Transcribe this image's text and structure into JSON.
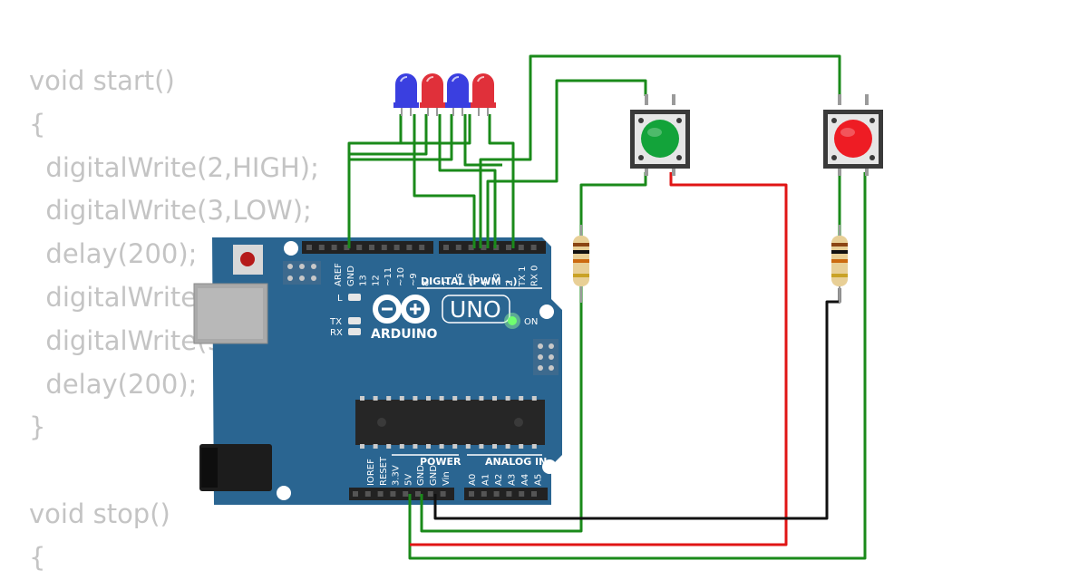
{
  "code_lines": [
    "void start()",
    "{",
    "  digitalWrite(2,HIGH);",
    "  digitalWrite(3,LOW);",
    "  delay(200);",
    "  digitalWrite(2,LOW);",
    "  digitalWrite(3,HIGH);",
    "  delay(200);",
    "}",
    "",
    "void stop()",
    "{"
  ],
  "board": {
    "model": "UNO",
    "brand": "ARDUINO",
    "digital_header_label": "DIGITAL (PWM ~)",
    "power_label": "POWER",
    "analog_label": "ANALOG IN",
    "on_label": "ON",
    "led_labels": [
      "L",
      "TX",
      "RX"
    ],
    "digital_pins_left": [
      "AREF",
      "GND",
      "13",
      "12",
      "~11",
      "~10",
      "~9",
      "8"
    ],
    "digital_pins_right": [
      "7",
      "~6",
      "~5",
      "4",
      "~3",
      "2",
      "TX 1",
      "RX 0"
    ],
    "power_pins": [
      "IOREF",
      "RESET",
      "3.3V",
      "5V",
      "GND",
      "GND",
      "Vin"
    ],
    "analog_pins": [
      "A0",
      "A1",
      "A2",
      "A3",
      "A4",
      "A5"
    ],
    "board_color": "#2a6591",
    "power_led_color": "#6fff6f"
  },
  "leds": [
    {
      "color": "blue",
      "hex": "#3a3fe0"
    },
    {
      "color": "red",
      "hex": "#e0303a"
    },
    {
      "color": "blue",
      "hex": "#3a3fe0"
    },
    {
      "color": "red",
      "hex": "#e0303a"
    }
  ],
  "buttons": [
    {
      "name": "green",
      "hex": "#13a33a"
    },
    {
      "name": "red",
      "hex": "#ee1c24"
    }
  ],
  "wire_colors": {
    "signal": "#1a8a1a",
    "power": "#e01515",
    "ground": "#111111"
  }
}
